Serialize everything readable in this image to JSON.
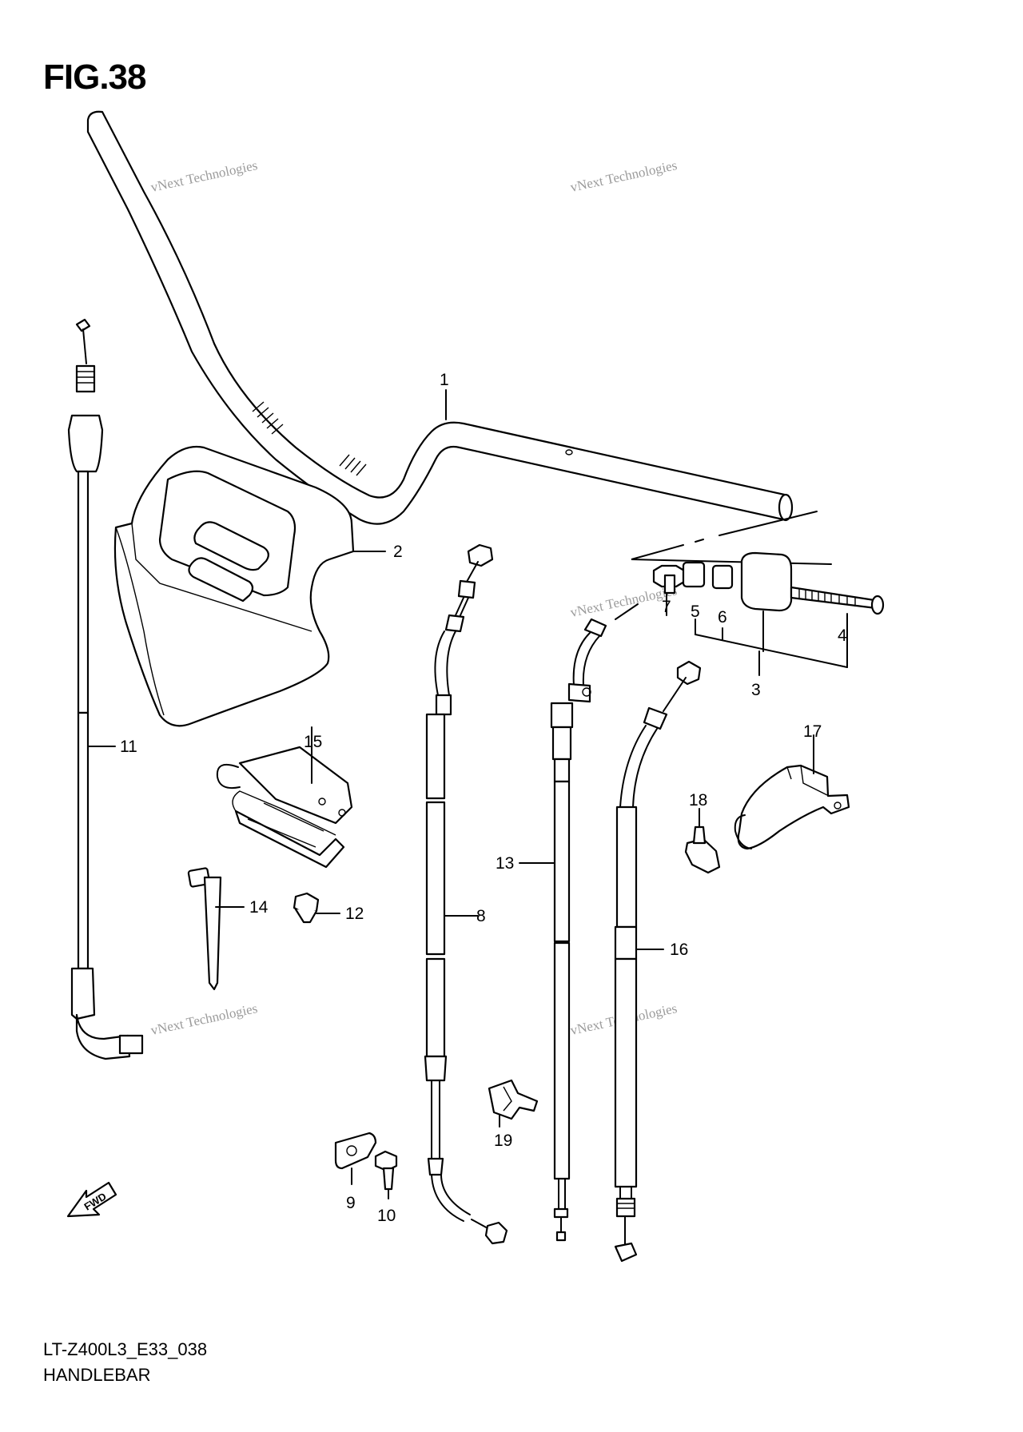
{
  "figure": {
    "title": "FIG.38",
    "code": "LT-Z400L3_E33_038",
    "name": "HANDLEBAR"
  },
  "fwd_badge": "FWD",
  "watermark": {
    "line1": "vNext Technologies",
    "line2": "vNext",
    "line3": "Technologies"
  },
  "parts": [
    {
      "id": "handlebar",
      "callout": "1"
    },
    {
      "id": "handlebar-cover",
      "callout": "2"
    },
    {
      "id": "balancer",
      "callout": "3"
    },
    {
      "id": "balancer-bolt",
      "callout": "4"
    },
    {
      "id": "spacer-5",
      "callout": "5"
    },
    {
      "id": "spacer-6",
      "callout": "6"
    },
    {
      "id": "nut-7",
      "callout": "7"
    },
    {
      "id": "throttle-cable",
      "callout": "8"
    },
    {
      "id": "cable-guide",
      "callout": "9"
    },
    {
      "id": "guide-bolt",
      "callout": "10"
    },
    {
      "id": "speed-cable",
      "callout": "11"
    },
    {
      "id": "clamp-12",
      "callout": "12"
    },
    {
      "id": "clutch-cable",
      "callout": "13"
    },
    {
      "id": "cable-tie",
      "callout": "14"
    },
    {
      "id": "holder-15",
      "callout": "15"
    },
    {
      "id": "brake-cable",
      "callout": "16"
    },
    {
      "id": "bracket-17",
      "callout": "17"
    },
    {
      "id": "clamp-18",
      "callout": "18"
    },
    {
      "id": "clamp-19",
      "callout": "19"
    }
  ]
}
